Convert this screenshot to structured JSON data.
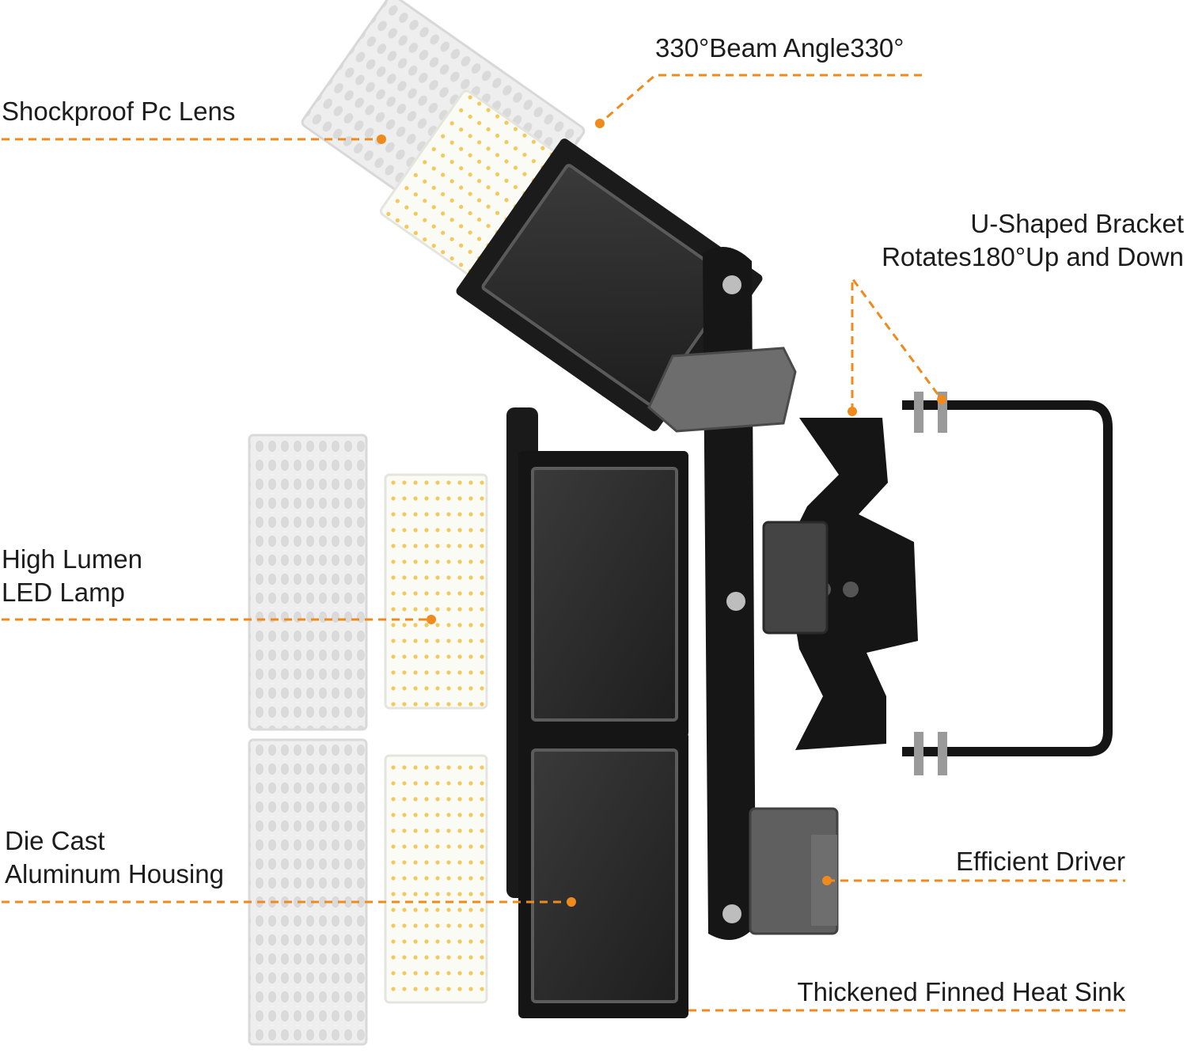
{
  "accent_color": "#f08a1c",
  "labels": {
    "beam_angle": "330°Beam Angle330°",
    "lens": "Shockproof Pc Lens",
    "bracket_line1": "U-Shaped Bracket",
    "bracket_line2": "Rotates180°Up and Down",
    "led_line1": "High Lumen",
    "led_line2": "LED Lamp",
    "housing_line1": "Die Cast",
    "housing_line2": "Aluminum Housing",
    "driver": "Efficient Driver",
    "heat_sink": "Thickened Finned Heat Sink"
  }
}
